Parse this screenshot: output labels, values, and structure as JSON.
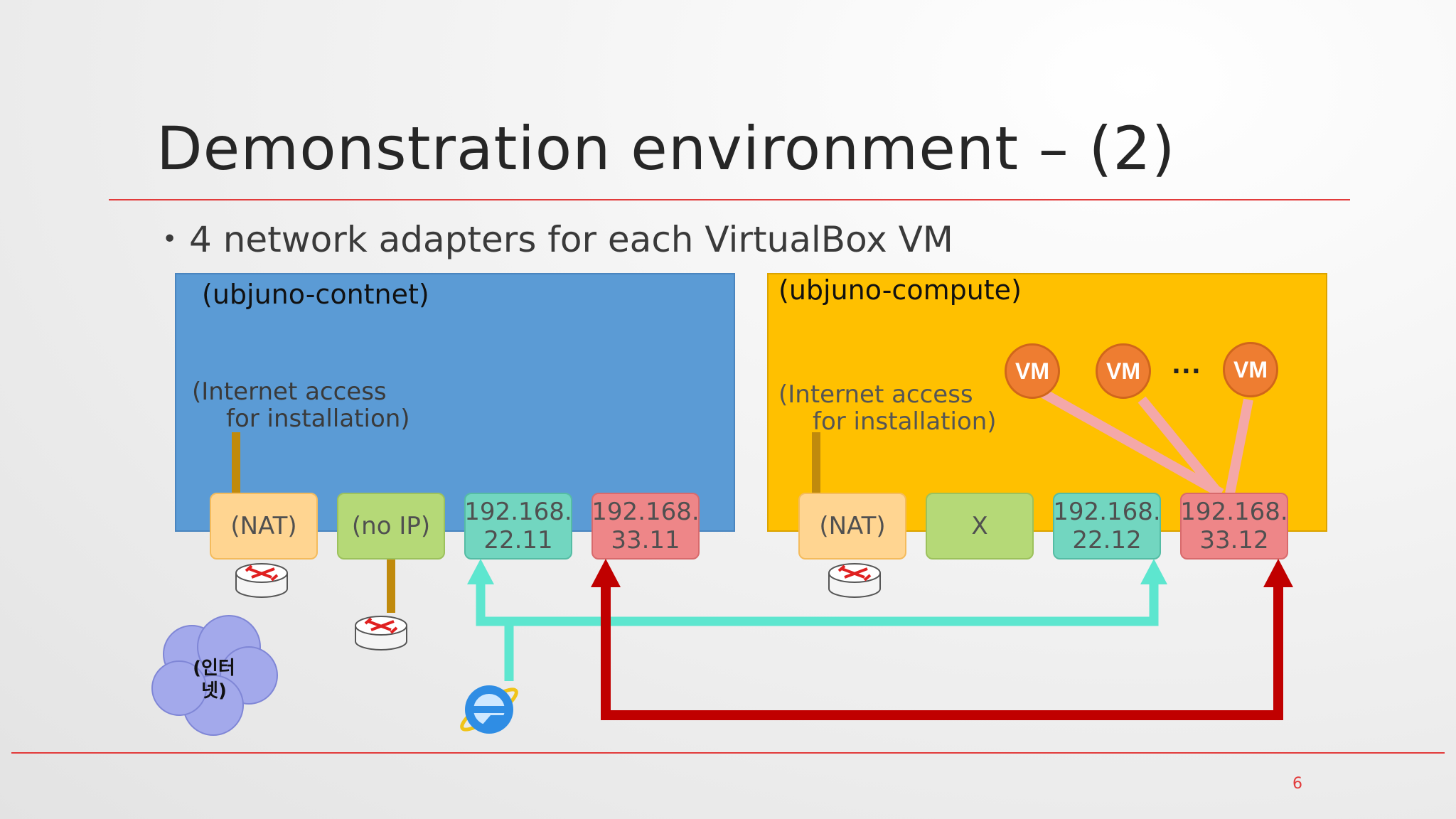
{
  "slide": {
    "title": "Demonstration environment – (2)",
    "bullet": "4 network adapters for each VirtualBox VM",
    "page_number": "6"
  },
  "colors": {
    "accent_line": "#e23b3b",
    "contnet_panel": "#5b9bd5",
    "compute_panel": "#ffc000",
    "teal_link": "#5de6cf",
    "red_link": "#c00000",
    "vm_link": "#f4a8a8",
    "vm_node": "#ee7d31",
    "cloud": "#a3a9eb"
  },
  "contnet": {
    "label": "(ubjuno-contnet)",
    "note_line1": "(Internet access",
    "note_line2": "for installation)",
    "adapters": [
      "(NAT)",
      "(no IP)",
      "192.168.\n22.11",
      "192.168.\n33.11"
    ]
  },
  "compute": {
    "label": "(ubjuno-compute)",
    "note_line1": "(Internet access",
    "note_line2": "for installation)",
    "adapters": [
      "(NAT)",
      "X",
      "192.168.\n22.12",
      "192.168.\n33.12"
    ],
    "vms": [
      "VM",
      "VM",
      "VM"
    ],
    "ellipsis": "..."
  },
  "internet_cloud": "(인터\n넷)",
  "icons": [
    "router-icon",
    "browser-icon",
    "cloud-icon"
  ]
}
